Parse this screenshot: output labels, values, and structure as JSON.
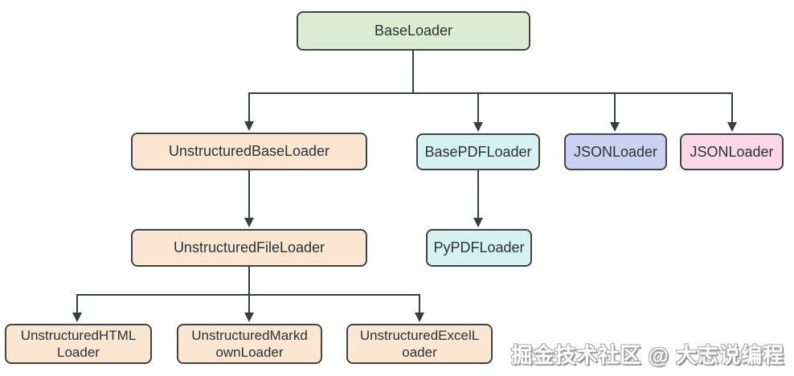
{
  "diagram": {
    "nodes": {
      "base_loader": {
        "label": "BaseLoader",
        "color": "#dcecd3"
      },
      "unstructured_base": {
        "label": "UnstructuredBaseLoader",
        "color": "#fbe6d1"
      },
      "base_pdf": {
        "label": "BasePDFLoader",
        "color": "#d6f1f1"
      },
      "json_loader_a": {
        "label": "JSONLoader",
        "color": "#cbd2f1"
      },
      "json_loader_b": {
        "label": "JSONLoader",
        "color": "#fad8e5"
      },
      "unstructured_file": {
        "label": "UnstructuredFileLoader",
        "color": "#fbe6d1"
      },
      "pypdf": {
        "label": "PyPDFLoader",
        "color": "#d6f1f1"
      },
      "unstructured_html": {
        "label": "UnstructuredHTML\nLoader",
        "color": "#fbe6d1"
      },
      "unstructured_markdown": {
        "label": "UnstructuredMarkd\nownLoader",
        "color": "#fbe6d1"
      },
      "unstructured_excel": {
        "label": "UnstructuredExcelL\noader",
        "color": "#fbe6d1"
      }
    },
    "edges": [
      {
        "from": "base_loader",
        "to": "unstructured_base"
      },
      {
        "from": "base_loader",
        "to": "base_pdf"
      },
      {
        "from": "base_loader",
        "to": "json_loader_a"
      },
      {
        "from": "base_loader",
        "to": "json_loader_b"
      },
      {
        "from": "unstructured_base",
        "to": "unstructured_file"
      },
      {
        "from": "base_pdf",
        "to": "pypdf"
      },
      {
        "from": "unstructured_file",
        "to": "unstructured_html"
      },
      {
        "from": "unstructured_file",
        "to": "unstructured_markdown"
      },
      {
        "from": "unstructured_file",
        "to": "unstructured_excel"
      }
    ],
    "watermark": "掘金技术社区 @ 大志说编程"
  },
  "theme": {
    "green_fill": "#dcecd3",
    "peach_fill": "#fbe6d1",
    "cyan_fill": "#d6f1f1",
    "purple_fill": "#cbd2f1",
    "pink_fill": "#fad8e5",
    "border_color": "#3f4447",
    "line_color": "#383d40",
    "text_color": "#2d3135",
    "background": "#ffffff",
    "watermark_color": "#ffffff",
    "watermark_outline": "#a8a8a8"
  }
}
